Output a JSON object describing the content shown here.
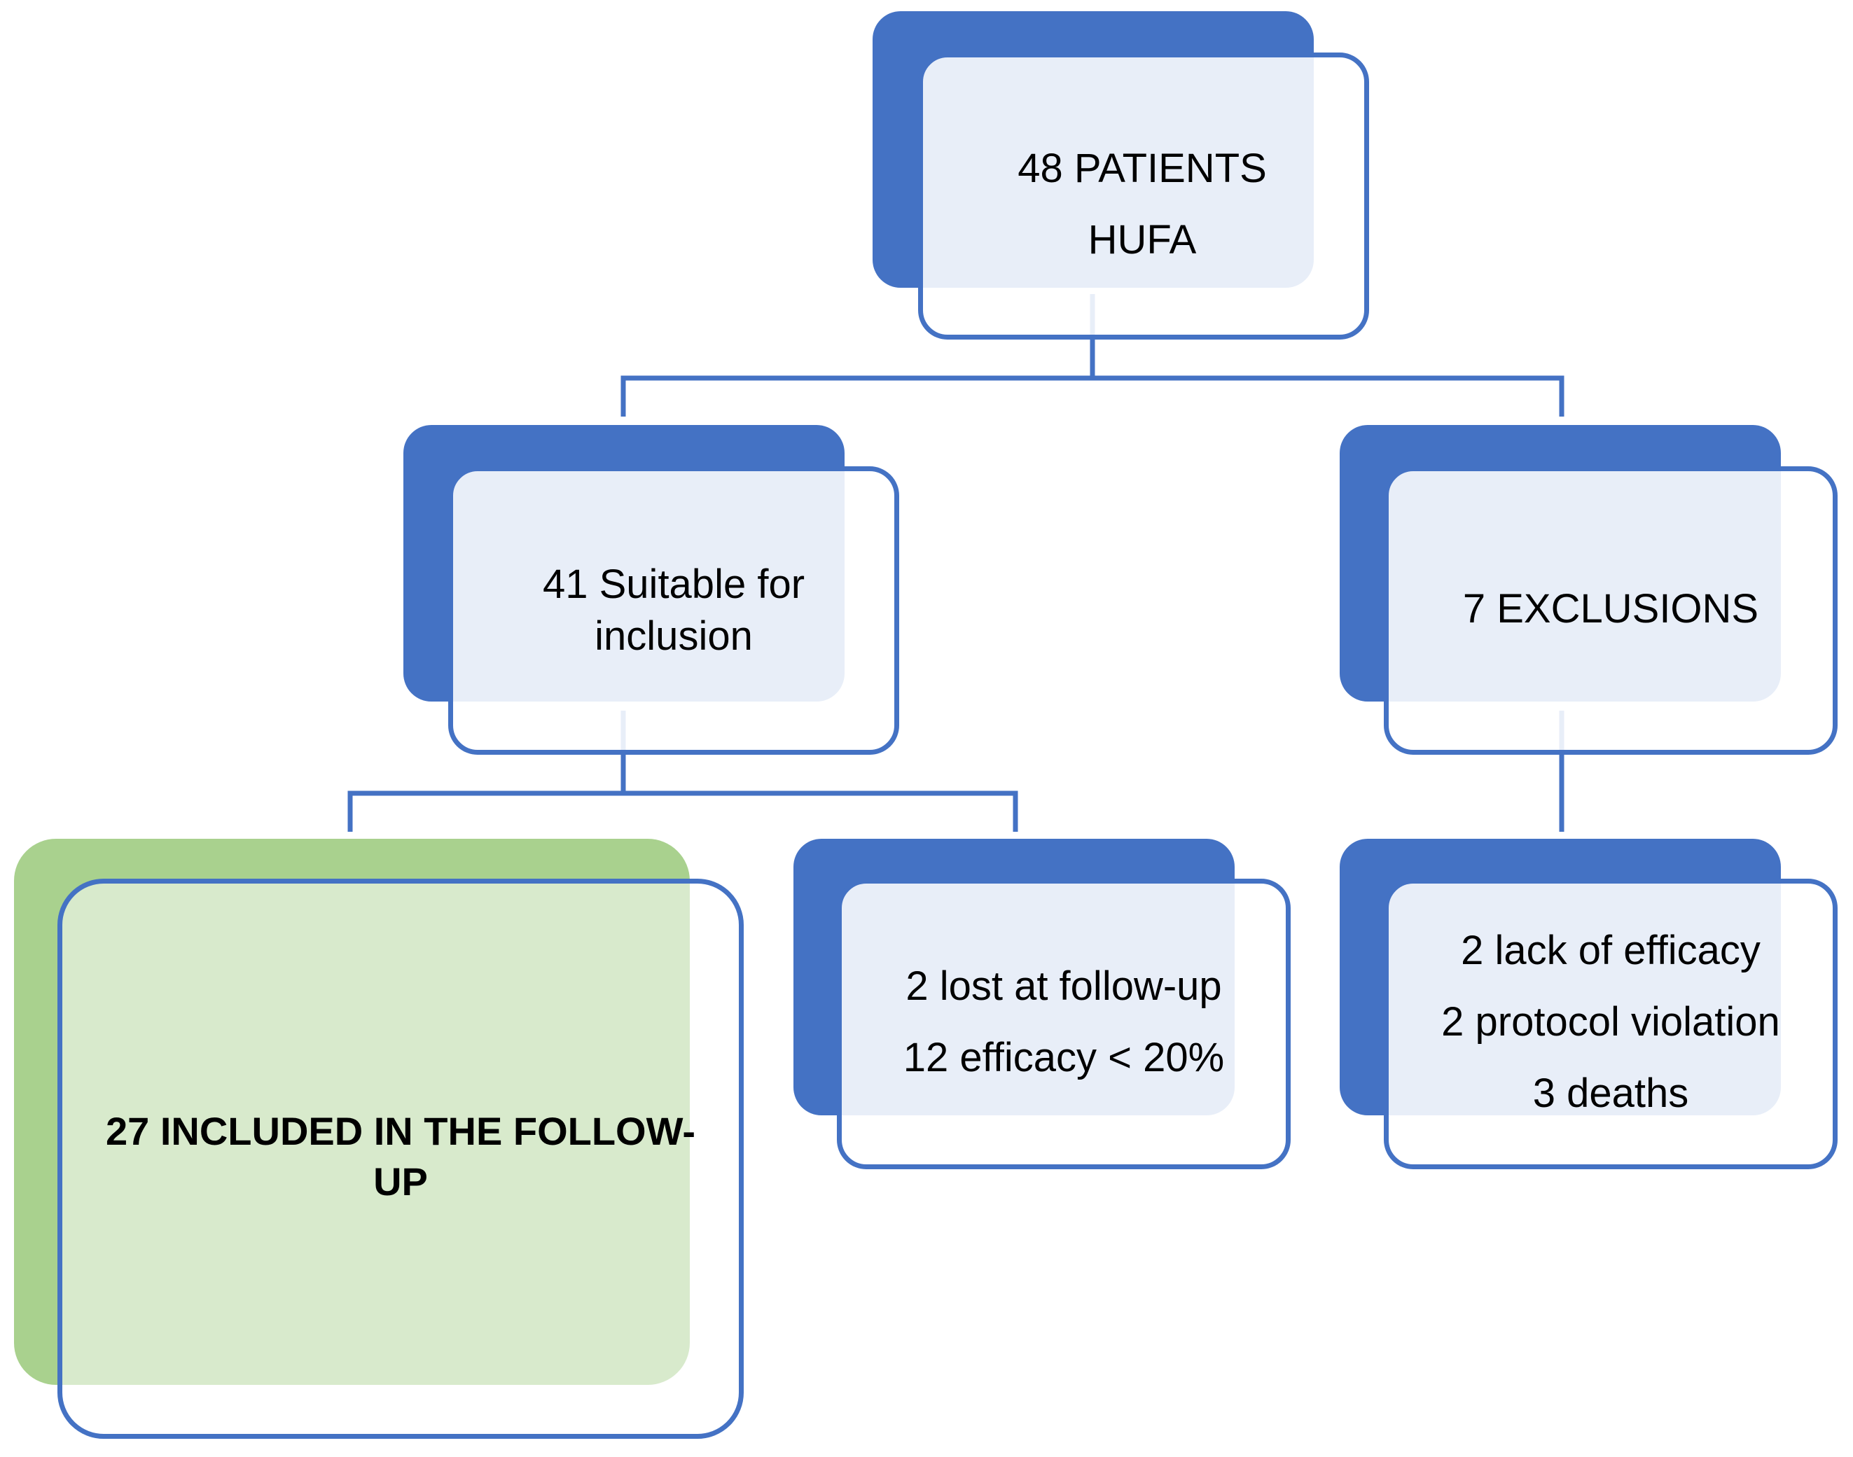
{
  "diagram": {
    "root": {
      "line1": "48 PATIENTS",
      "line2": "HUFA"
    },
    "suitable": {
      "line1": "41 Suitable for",
      "line2": "inclusion"
    },
    "exclusions": {
      "label": "7 EXCLUSIONS"
    },
    "included": {
      "line1": "27 INCLUDED IN THE FOLLOW-",
      "line2": "UP"
    },
    "lost": {
      "line1": "2 lost at follow-up",
      "line2": "12 efficacy < 20%"
    },
    "exclusion_reasons": {
      "line1": "2 lack of efficacy",
      "line2": "2 protocol violation",
      "line3": "3 deaths"
    }
  },
  "colors": {
    "blue": "#4472c4",
    "green": "#a9d18e",
    "card_fill_blue": "#ecf1fa",
    "card_fill_green": "#d5e4c8"
  }
}
